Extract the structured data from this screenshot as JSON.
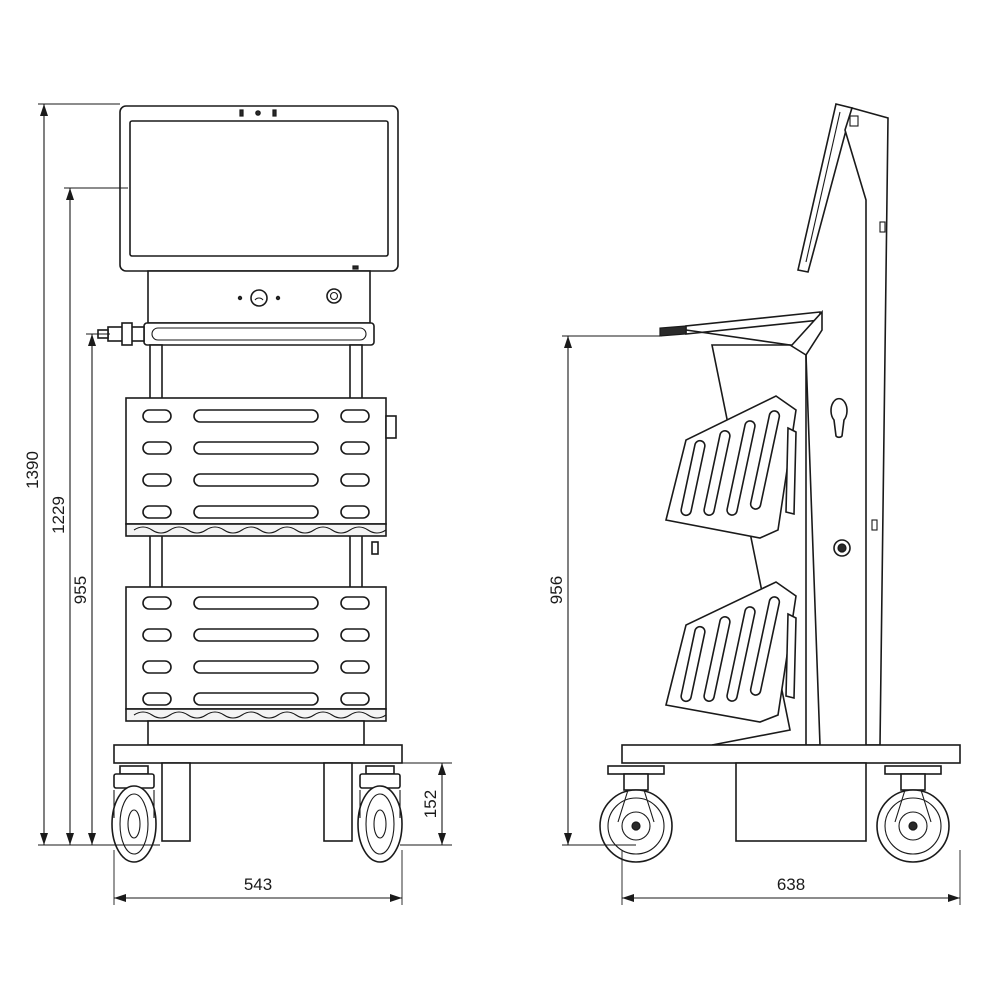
{
  "dimensions": {
    "total_height": "1390",
    "monitor_bottom_height": "1229",
    "handle_height": "955",
    "caster_height": "152",
    "front_width": "543",
    "side_height": "956",
    "side_depth": "638"
  }
}
